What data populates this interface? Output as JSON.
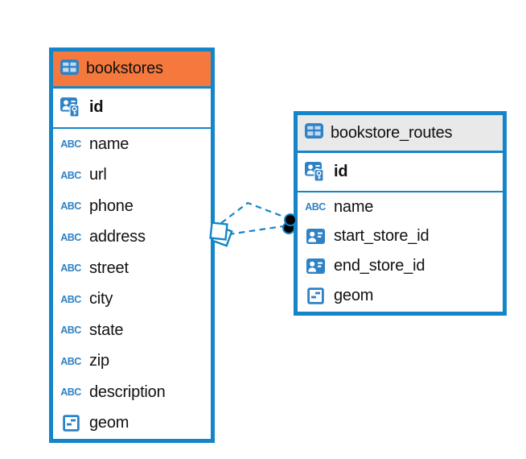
{
  "diagram": {
    "colors": {
      "accent_blue": "#1585c8",
      "icon_blue": "#2e82c6",
      "bookstores_header": "#f5783c",
      "routes_header": "#e9e9e9",
      "text": "#111111",
      "canvas_bg": "#ffffff",
      "marker_dot": "#000000"
    },
    "tables": [
      {
        "name": "bookstores",
        "header_color": "#f5783c",
        "header_icon": "table-icon",
        "primary_key": {
          "label": "id",
          "type_icon": "primary-key-icon"
        },
        "columns": [
          {
            "label": "name",
            "type_icon": "text-icon"
          },
          {
            "label": "url",
            "type_icon": "text-icon"
          },
          {
            "label": "phone",
            "type_icon": "text-icon"
          },
          {
            "label": "address",
            "type_icon": "text-icon"
          },
          {
            "label": "street",
            "type_icon": "text-icon"
          },
          {
            "label": "city",
            "type_icon": "text-icon"
          },
          {
            "label": "state",
            "type_icon": "text-icon"
          },
          {
            "label": "zip",
            "type_icon": "text-icon"
          },
          {
            "label": "description",
            "type_icon": "text-icon"
          },
          {
            "label": "geom",
            "type_icon": "geometry-icon"
          }
        ]
      },
      {
        "name": "bookstore_routes",
        "header_color": "#e9e9e9",
        "header_icon": "table-icon",
        "primary_key": {
          "label": "id",
          "type_icon": "primary-key-icon"
        },
        "columns": [
          {
            "label": "name",
            "type_icon": "text-icon"
          },
          {
            "label": "start_store_id",
            "type_icon": "reference-icon"
          },
          {
            "label": "end_store_id",
            "type_icon": "reference-icon"
          },
          {
            "label": "geom",
            "type_icon": "geometry-icon"
          }
        ]
      }
    ],
    "relationships": [
      {
        "from_table": "bookstores",
        "to_table": "bookstore_routes",
        "line_style": "dashed",
        "source_marker": "square",
        "target_marker": "black-dot"
      },
      {
        "from_table": "bookstores",
        "to_table": "bookstore_routes",
        "line_style": "dashed",
        "source_marker": "square",
        "target_marker": "black-dot"
      }
    ]
  }
}
